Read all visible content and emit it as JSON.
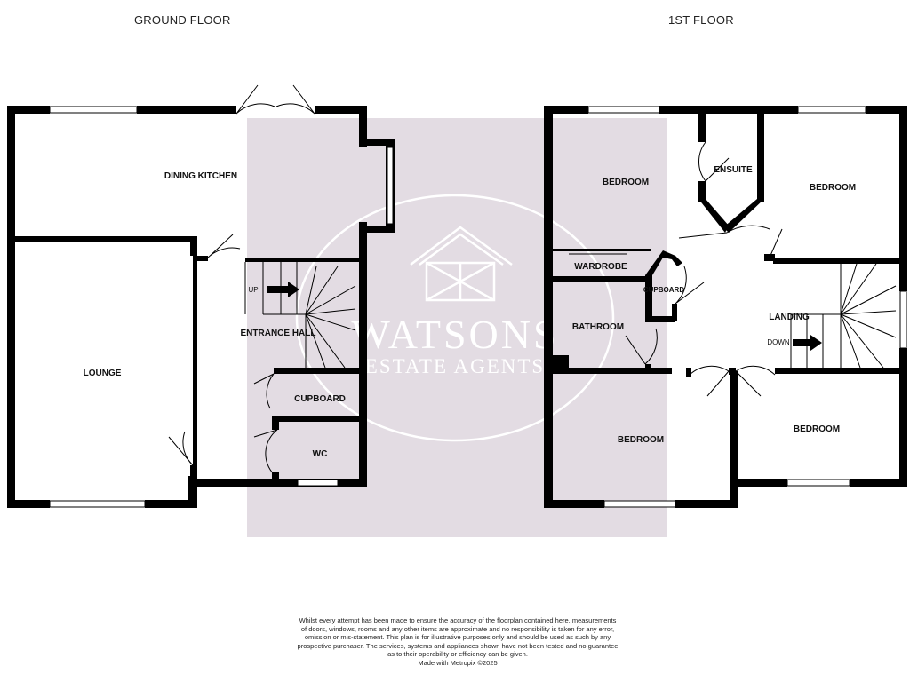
{
  "floors": {
    "ground": {
      "title": "GROUND FLOOR",
      "rooms": {
        "dining_kitchen": "DINING KITCHEN",
        "lounge": "LOUNGE",
        "entrance_hall": "ENTRANCE HALL",
        "cupboard": "CUPBOARD",
        "wc": "WC"
      },
      "stairs_label": "UP"
    },
    "first": {
      "title": "1ST FLOOR",
      "rooms": {
        "bedroom_1": "BEDROOM",
        "ensuite": "ENSUITE",
        "bedroom_2": "BEDROOM",
        "wardrobe": "WARDROBE",
        "cupboard": "CUPBOARD",
        "bathroom": "BATHROOM",
        "landing": "LANDING",
        "bedroom_3": "BEDROOM",
        "bedroom_4": "BEDROOM"
      },
      "stairs_label": "DOWN"
    }
  },
  "watermark": {
    "line1": "WATSONS",
    "line2": "ESTATE AGENTS",
    "color": "#e3dce3"
  },
  "disclaimer": {
    "line1": "Whilst every attempt has been made to ensure the accuracy of the floorplan contained here, measurements",
    "line2": "of doors, windows, rooms and any other items are approximate and no responsibility is taken for any error,",
    "line3": "omission or mis-statement. This plan is for illustrative purposes only and should be used as such by any",
    "line4": "prospective purchaser. The services, systems and appliances shown have not been tested and no guarantee",
    "line5": "as to their operability or efficiency can be given.",
    "line6": "Made with Metropix ©2025"
  },
  "colors": {
    "wall": "#000000",
    "watermark_panel": "#e3dce3"
  }
}
